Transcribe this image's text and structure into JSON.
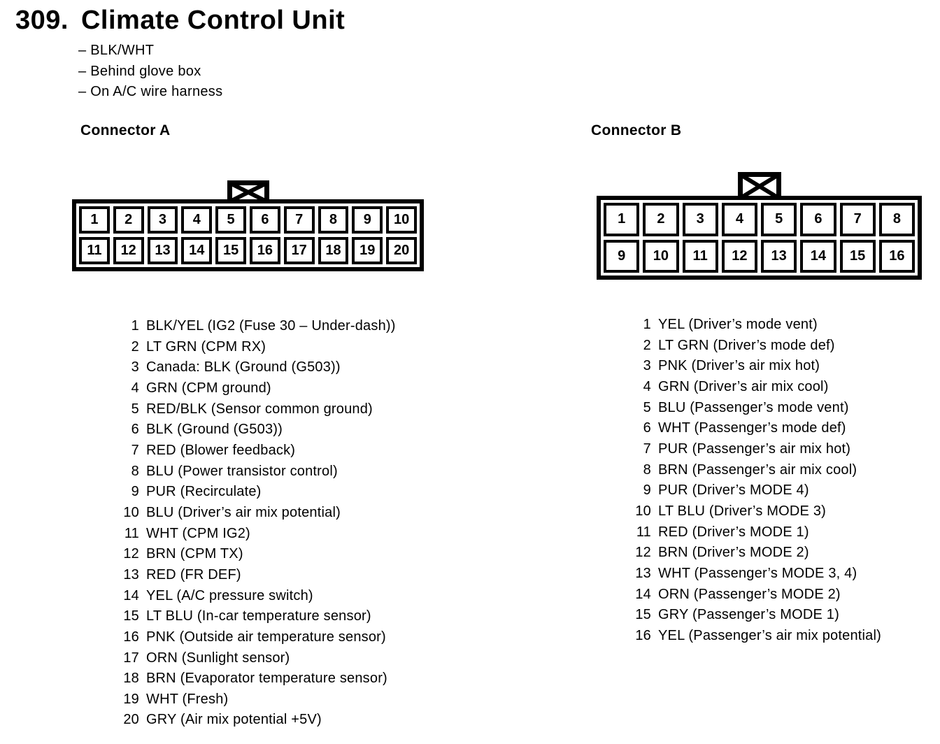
{
  "header": {
    "number": "309.",
    "title": "Climate Control Unit",
    "notes": [
      "– BLK/WHT",
      "– Behind glove box",
      "– On A/C wire harness"
    ]
  },
  "connector_a": {
    "label": "Connector A",
    "cells": [
      "1",
      "2",
      "3",
      "4",
      "5",
      "6",
      "7",
      "8",
      "9",
      "10",
      "11",
      "12",
      "13",
      "14",
      "15",
      "16",
      "17",
      "18",
      "19",
      "20"
    ],
    "pins": [
      {
        "num": "1",
        "desc": "BLK/YEL (IG2 (Fuse 30 – Under-dash))"
      },
      {
        "num": "2",
        "desc": "LT GRN (CPM RX)"
      },
      {
        "num": "3",
        "desc": "Canada: BLK (Ground (G503))"
      },
      {
        "num": "4",
        "desc": "GRN (CPM ground)"
      },
      {
        "num": "5",
        "desc": "RED/BLK (Sensor common ground)"
      },
      {
        "num": "6",
        "desc": "BLK (Ground (G503))"
      },
      {
        "num": "7",
        "desc": "RED (Blower feedback)"
      },
      {
        "num": "8",
        "desc": "BLU (Power transistor control)"
      },
      {
        "num": "9",
        "desc": "PUR (Recirculate)"
      },
      {
        "num": "10",
        "desc": "BLU (Driver’s air mix potential)"
      },
      {
        "num": "11",
        "desc": "WHT (CPM IG2)"
      },
      {
        "num": "12",
        "desc": "BRN (CPM TX)"
      },
      {
        "num": "13",
        "desc": "RED (FR DEF)"
      },
      {
        "num": "14",
        "desc": "YEL (A/C pressure switch)"
      },
      {
        "num": "15",
        "desc": "LT BLU (In-car temperature sensor)"
      },
      {
        "num": "16",
        "desc": "PNK (Outside air temperature sensor)"
      },
      {
        "num": "17",
        "desc": "ORN (Sunlight sensor)"
      },
      {
        "num": "18",
        "desc": "BRN (Evaporator temperature sensor)"
      },
      {
        "num": "19",
        "desc": "WHT (Fresh)"
      },
      {
        "num": "20",
        "desc": "GRY (Air mix potential +5V)"
      }
    ]
  },
  "connector_b": {
    "label": "Connector B",
    "cells": [
      "1",
      "2",
      "3",
      "4",
      "5",
      "6",
      "7",
      "8",
      "9",
      "10",
      "11",
      "12",
      "13",
      "14",
      "15",
      "16"
    ],
    "pins": [
      {
        "num": "1",
        "desc": "YEL (Driver’s mode vent)"
      },
      {
        "num": "2",
        "desc": "LT GRN (Driver’s mode def)"
      },
      {
        "num": "3",
        "desc": "PNK (Driver’s air mix hot)"
      },
      {
        "num": "4",
        "desc": "GRN (Driver’s air mix cool)"
      },
      {
        "num": "5",
        "desc": "BLU (Passenger’s mode vent)"
      },
      {
        "num": "6",
        "desc": "WHT (Passenger’s mode def)"
      },
      {
        "num": "7",
        "desc": "PUR (Passenger’s air mix hot)"
      },
      {
        "num": "8",
        "desc": "BRN (Passenger’s air mix cool)"
      },
      {
        "num": "9",
        "desc": "PUR (Driver’s MODE 4)"
      },
      {
        "num": "10",
        "desc": "LT BLU (Driver’s MODE 3)"
      },
      {
        "num": "11",
        "desc": "RED (Driver’s MODE 1)"
      },
      {
        "num": "12",
        "desc": "BRN (Driver’s MODE 2)"
      },
      {
        "num": "13",
        "desc": "WHT (Passenger’s MODE 3, 4)"
      },
      {
        "num": "14",
        "desc": "ORN (Passenger’s MODE 2)"
      },
      {
        "num": "15",
        "desc": "GRY (Passenger’s MODE 1)"
      },
      {
        "num": "16",
        "desc": "YEL (Passenger’s air mix potential)"
      }
    ]
  },
  "colors": {
    "ink": "#000000",
    "paper": "#ffffff"
  }
}
